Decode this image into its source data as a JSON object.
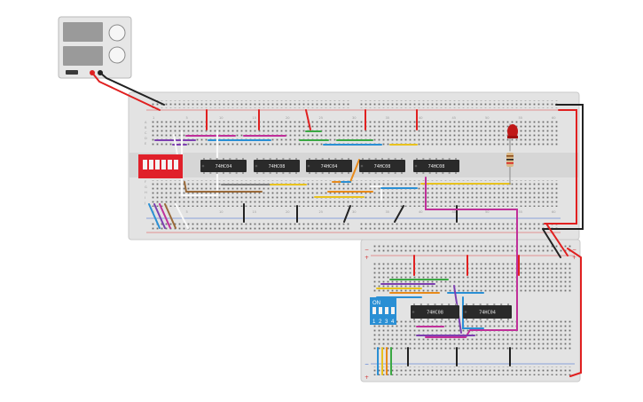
{
  "power_supply": {
    "buttons": [
      "",
      ""
    ]
  },
  "main_board": {
    "chips": [
      "74HC04",
      "74HC08",
      "74HC04",
      "74HC08",
      "74HC08"
    ],
    "col_numbers": [
      "1",
      "5",
      "10",
      "15",
      "20",
      "25",
      "30",
      "35",
      "40",
      "45",
      "50",
      "55",
      "60"
    ],
    "row_letters_top": [
      "A",
      "B",
      "C",
      "D",
      "E"
    ],
    "row_letters_bottom": [
      "F",
      "G",
      "H",
      "I",
      "J"
    ]
  },
  "small_board": {
    "chips": [
      "74HC08",
      "74HC04"
    ],
    "dip_switch": {
      "on_label": "ON",
      "numbers": [
        "1",
        "2",
        "3",
        "4"
      ]
    },
    "rail_signs": {
      "minus": "−",
      "plus": "+"
    }
  },
  "colors": {
    "board": "#e3e3e3",
    "chip": "#2a2a2a",
    "wire_red": "#e02020",
    "wire_black": "#222222",
    "wire_magenta": "#c0309a",
    "wire_green": "#3aa843",
    "wire_blue": "#2a8fd4",
    "wire_purple": "#7d3fb0",
    "wire_yellow": "#e8c21e",
    "wire_orange": "#e88a1a",
    "wire_brown": "#9a6a3a",
    "wire_white": "#f8f8f8",
    "dip_red": "#e0202a",
    "dip_blue": "#2a8fd4"
  }
}
